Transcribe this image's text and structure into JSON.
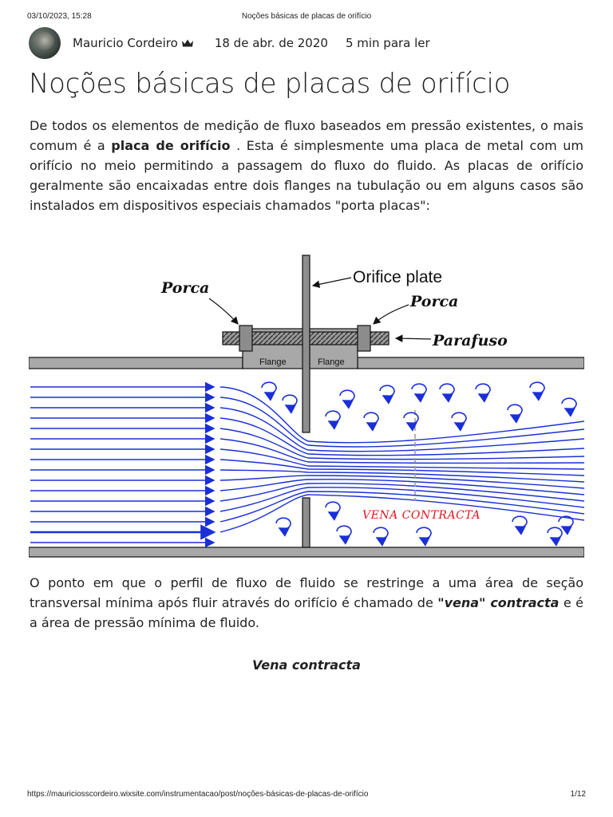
{
  "print_header": {
    "datetime": "03/10/2023, 15:28",
    "title": "Noções básicas de placas de orifício"
  },
  "author": {
    "name": "Mauricio Cordeiro",
    "badge_icon": "crown-icon",
    "date": "18 de abr. de 2020",
    "read_time": "5 min para ler"
  },
  "article": {
    "title": "Noções básicas de placas de orifício",
    "p1_before": "De todos os elementos de medição de fluxo baseados em pressão existentes, o mais comum é a ",
    "p1_bold": "placa de orifício",
    "p1_after": " . Esta é simplesmente uma placa de metal com um orifício no meio permitindo a passagem do fluxo do fluido. As placas de orifício geralmente são encaixadas entre dois flanges na tubulação ou em alguns casos são instalados em dispositivos especiais chamados \"porta placas\":",
    "p2_before": "O ponto em que o perfil de fluxo de fluido se restringe a uma área de seção transversal mínima após fluir através do orifício é chamado de ",
    "p2_bold": "\"vena\" contracta",
    "p2_after": " e é a área de pressão mínima de fluido.",
    "caption": "Vena contracta"
  },
  "figure": {
    "label_porca_left": "Porca",
    "label_orifice_plate": "Orifice plate",
    "label_porca_right": "Porca",
    "label_parafuso": "Parafuso",
    "label_flange_left": "Flange",
    "label_flange_right": "Flange",
    "label_vena": "VENA  CONTRACTA",
    "colors": {
      "flow": "#1a2fd6",
      "vena": "#e0161e",
      "metal": "#a8a8a8"
    }
  },
  "print_footer": {
    "url": "https://mauriciosscordeiro.wixsite.com/instrumentacao/post/noções-básicas-de-placas-de-orifício",
    "page": "1/12"
  }
}
